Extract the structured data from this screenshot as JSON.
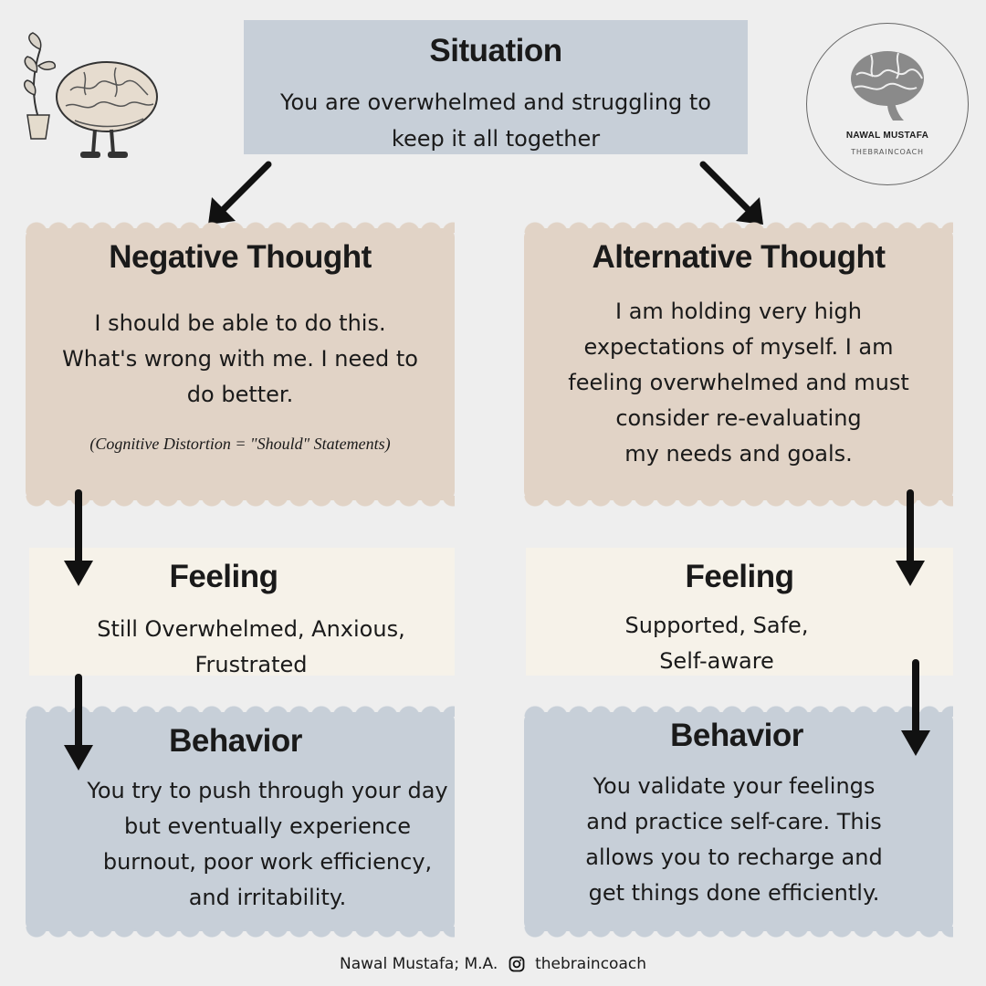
{
  "situation": {
    "title": "Situation",
    "text": "You are overwhelmed and struggling to\nkeep it all together"
  },
  "negative": {
    "title": "Negative Thought",
    "text": "I should be able to do this.\nWhat's wrong with me. I need to\ndo better.",
    "note": "(Cognitive Distortion = \"Should\" Statements)",
    "feeling_title": "Feeling",
    "feeling_text": "Still Overwhelmed, Anxious,\nFrustrated",
    "behavior_title": "Behavior",
    "behavior_text": "You try to push through your day\nbut eventually experience\nburnout, poor work efficiency,\nand irritability."
  },
  "alternative": {
    "title": "Alternative Thought",
    "text": "I am holding very high\nexpectations of myself. I am\nfeeling overwhelmed and must\nconsider re-evaluating\nmy needs and goals.",
    "feeling_title": "Feeling",
    "feeling_text": "Supported, Safe,\nSelf-aware",
    "behavior_title": "Behavior",
    "behavior_text": "You validate your feelings\nand practice self-care. This\nallows you to recharge and\nget things done efficiently."
  },
  "logo": {
    "name": "NAWAL MUSTAFA",
    "tagline": "THEBRAINCOACH"
  },
  "footer": {
    "author": "Nawal Mustafa; M.A.",
    "handle": "thebraincoach"
  },
  "icons": [
    "brain-character-illustration",
    "brain-logo-icon",
    "instagram-icon",
    "arrow-down-icon"
  ],
  "colors": {
    "beige": "#e1d3c6",
    "slate": "#c7cfd8",
    "cream": "#f6f2e9",
    "background": "#eeeeee"
  }
}
